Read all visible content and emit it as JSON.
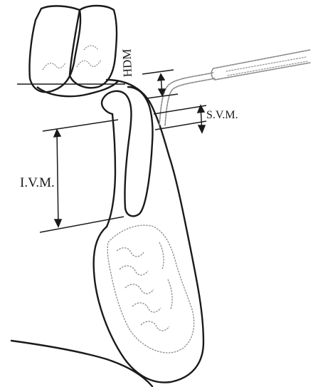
{
  "labels": {
    "hdm": "HDM",
    "svm": "S.V.M.",
    "ivm": "I.V.M."
  },
  "colors": {
    "ink": "#1a1a1a",
    "detail": "#8a8a8a",
    "background": "#ffffff"
  }
}
